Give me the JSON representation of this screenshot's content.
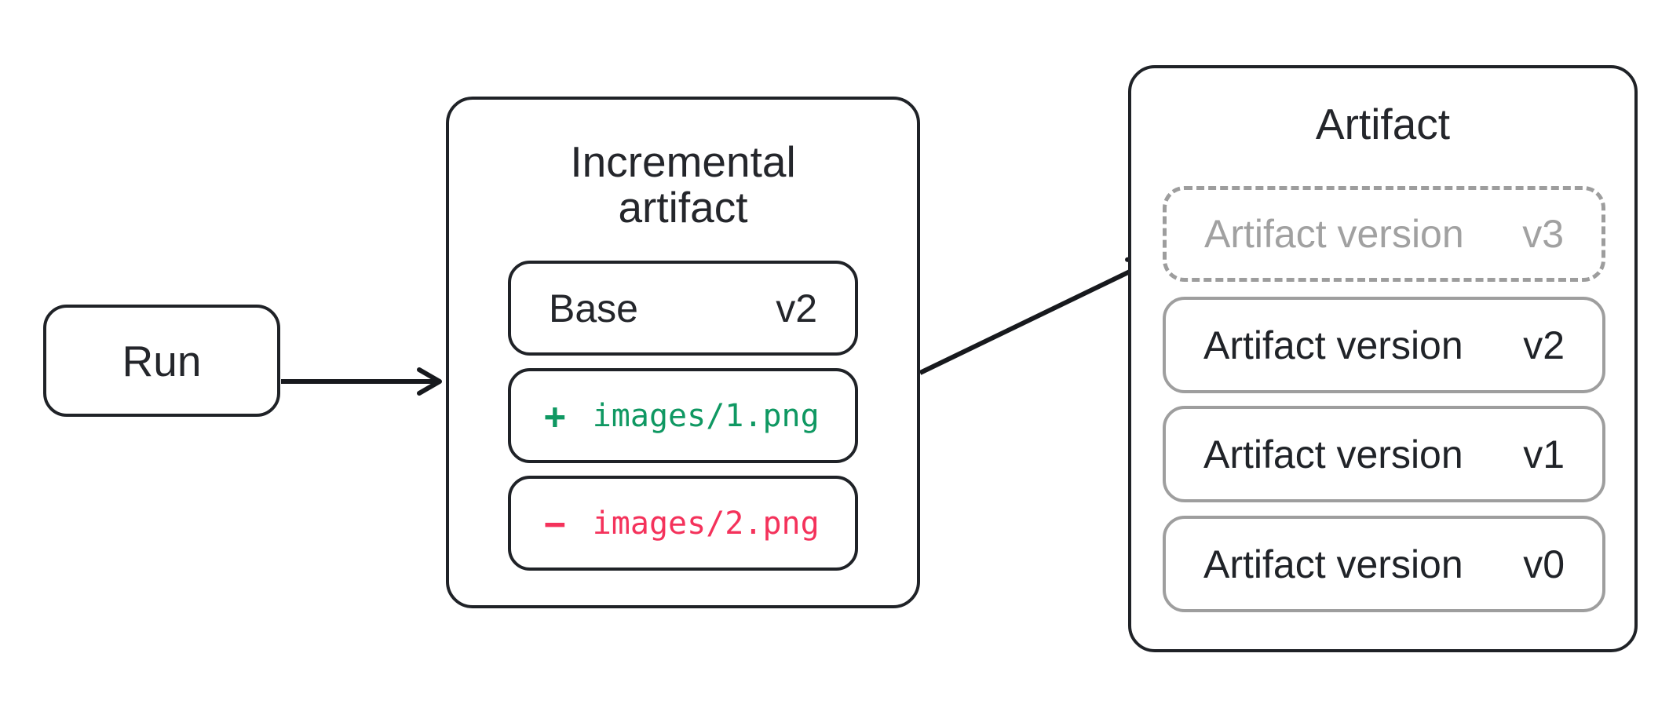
{
  "diagram": {
    "run": {
      "label": "Run"
    },
    "incremental": {
      "title": "Incremental artifact",
      "base": {
        "label": "Base",
        "version": "v2"
      },
      "added": {
        "op": "+",
        "path": "images/1.png"
      },
      "removed": {
        "op": "−",
        "path": "images/2.png"
      }
    },
    "artifact": {
      "title": "Artifact",
      "pending": {
        "label": "Artifact version",
        "version": "v3"
      },
      "versions": [
        {
          "label": "Artifact version",
          "version": "v2"
        },
        {
          "label": "Artifact version",
          "version": "v1"
        },
        {
          "label": "Artifact version",
          "version": "v0"
        }
      ]
    },
    "colors": {
      "added_text": "#0f9862",
      "removed_text": "#f4325b",
      "dark_border": "#1f2227",
      "gray_border": "#9e9e9e",
      "gray_text": "#a1a1a1"
    }
  }
}
